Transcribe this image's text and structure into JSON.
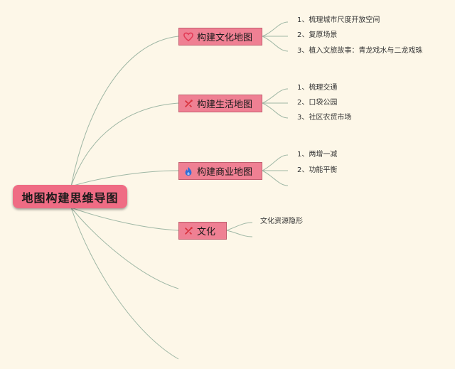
{
  "root": {
    "label": "地图构建思维导图"
  },
  "branches": [
    {
      "label": "构建文化地图",
      "icon": "heart-icon",
      "leaves": [
        "1、梳理城市尺度开放空间",
        "2、复原场景",
        "3、植入文旅故事：青龙戏水与二龙戏珠"
      ]
    },
    {
      "label": "构建生活地图",
      "icon": "tools-icon",
      "leaves": [
        "1、梳理交通",
        "2、口袋公园",
        "3、社区农贸市场"
      ]
    },
    {
      "label": "构建商业地图",
      "icon": "flame-icon",
      "leaves": [
        "1、两增一减",
        "2、功能平衡"
      ]
    },
    {
      "label": "文化",
      "icon": "tools-icon",
      "leaves": [
        "文化资源隐形"
      ]
    }
  ],
  "colors": {
    "background": "#FDF7E8",
    "node_fill": "#EF8093",
    "root_fill": "#EF6C84",
    "connector": "#9FB7A5",
    "heart_icon": "#E23A55",
    "tools_icon": "#D8333F",
    "flame_icon": "#2E6FD8"
  }
}
